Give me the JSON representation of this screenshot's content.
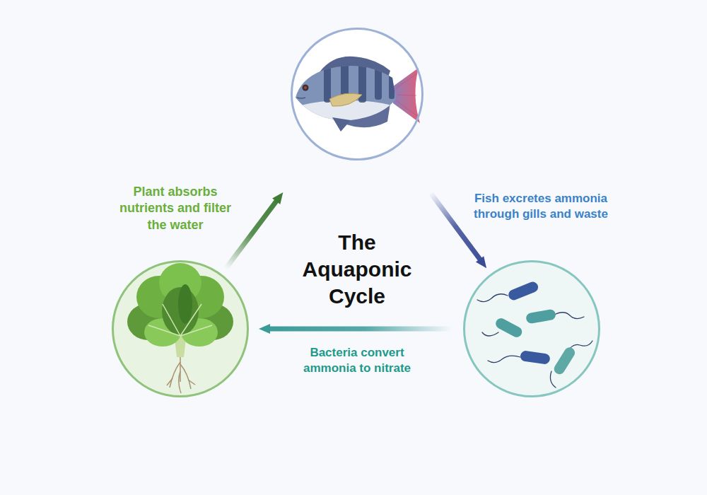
{
  "diagram": {
    "title": "The Aquaponic Cycle",
    "nodes": [
      {
        "text": []
      },
      {
        "text": []
      },
      {
        "text": []
      }
    ],
    "edges": [
      {
        "from": 0,
        "to": 2,
        "arrow": "to",
        "label": "Fish excretes ammonia through gills and waste"
      },
      {
        "from": 2,
        "to": 1,
        "arrow": "to",
        "label": "Bacteria convert ammonia to nitrate"
      },
      {
        "from": 1,
        "to": 0,
        "arrow": "to",
        "label": "Plant absorbs nutrients and filter the water"
      }
    ]
  }
}
